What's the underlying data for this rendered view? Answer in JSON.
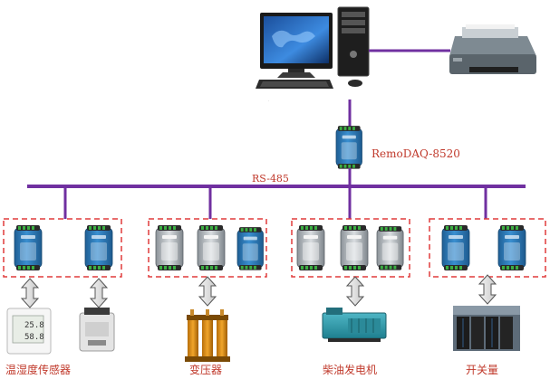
{
  "labels": {
    "converter": "RemoDAQ-8520",
    "bus": "RS-485"
  },
  "groups": [
    {
      "name": "温湿度传感器",
      "sensor_readings": [
        "25.8",
        "58.8"
      ]
    },
    {
      "name": "变压器"
    },
    {
      "name": "柴油发电机"
    },
    {
      "name": "开关量"
    }
  ],
  "colors": {
    "line": "#7030a0",
    "box_border": "#e03c3c",
    "label": "#c0392b",
    "module_body": "#2e7db8"
  },
  "icons": [
    "computer-icon",
    "printer-icon",
    "io-module-icon",
    "double-arrow-icon",
    "transformer-icon",
    "generator-icon",
    "server-rack-icon"
  ]
}
